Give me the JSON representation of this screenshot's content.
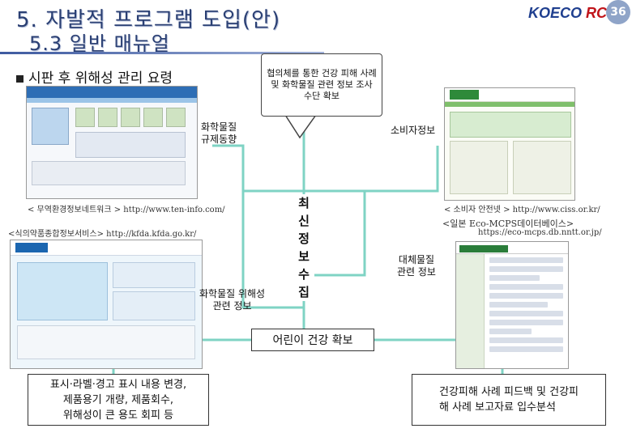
{
  "header": {
    "title_line1": "5. 자발적 프로그램 도입(안)",
    "title_line2": "5.3 일반 매뉴얼",
    "logo_main": "KOECO",
    "logo_rc": "RC",
    "page_number": "36"
  },
  "section": {
    "bullet_title": "시판 후 위해성 관리 요령"
  },
  "bubble": {
    "text": "협의체를 통한 건강 피해 사례 및 화학물질 관련 정보 조사 수단 확보"
  },
  "labels": {
    "regulation": "화학물질\n규제동향",
    "consumer": "소비자정보",
    "hazard": "화학물질 위해성\n관련 정보",
    "substitute": "대체물질\n관련 정보"
  },
  "captions": {
    "ten": "< 무역환경정보네트워크 > http://www.ten-info.com/",
    "kfda": "<식의약품종합정보서비스> http://kfda.kfda.go.kr/",
    "ciss": "< 소비자 안전넷 > http://www.ciss.or.kr/",
    "eco_title": "<일본 Eco-MCPS데이터베이스>",
    "eco_url": "https://eco-mcps.db.nntt.or.jp/"
  },
  "center": {
    "vertical_text": [
      "최",
      "신",
      "정",
      "보",
      "수",
      "집"
    ],
    "child_health": "어린이 건강 확보"
  },
  "bottom": {
    "left": "표시·라벨·경고 표시 내용 변경,\n제품용기 개량, 제품회수,\n위해성이 큰 용도 회피 등",
    "right": "건강피해 사례 피드백 및 건강피\n해 사례 보고자료 입수분석"
  },
  "colors": {
    "title": "#2a3f73",
    "connector": "#7fd3c4",
    "logo_blue": "#1f3f8f",
    "logo_red": "#c0141a"
  }
}
